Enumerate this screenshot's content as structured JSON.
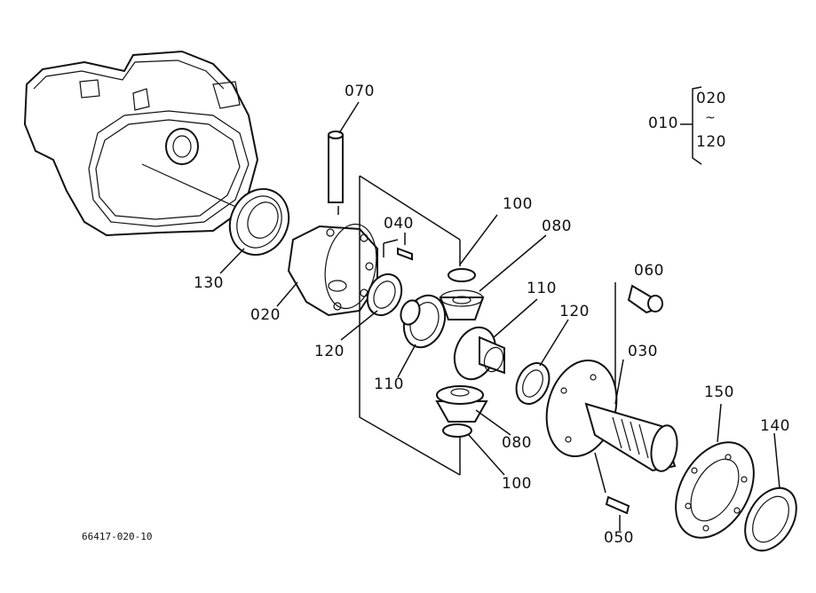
{
  "labels": {
    "p070": "070",
    "p040": "040",
    "p100_top": "100",
    "p080_top": "080",
    "p060": "060",
    "p110_right": "110",
    "p120_right": "120",
    "p030": "030",
    "p150": "150",
    "p140": "140",
    "p130": "130",
    "p020": "020",
    "p120_left": "120",
    "p110_left": "110",
    "p080_bottom": "080",
    "p100_bottom": "100",
    "p050": "050",
    "p010": "010",
    "range_start": "020",
    "range_tilde": "~",
    "range_end": "120"
  },
  "figure_code": "66417-020-10"
}
